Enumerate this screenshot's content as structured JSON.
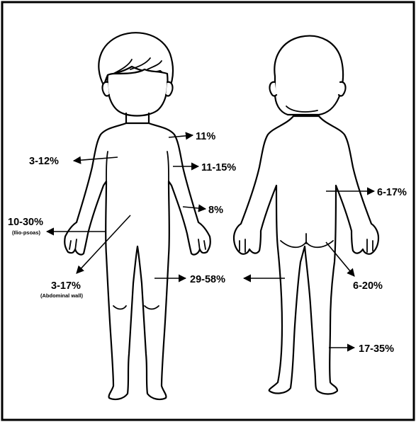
{
  "labels": {
    "shoulder": "11%",
    "chest": "3-12%",
    "upper_arm": "11-15%",
    "forearm": "8%",
    "iliopsoas_pct": "10-30%",
    "iliopsoas_note": "(Ilio-psoas)",
    "abdominal_pct": "3-17%",
    "abdominal_note": "(Abdominal wall)",
    "thigh": "29-58%",
    "back": "6-17%",
    "gluteal": "6-20%",
    "calf": "17-35%"
  }
}
